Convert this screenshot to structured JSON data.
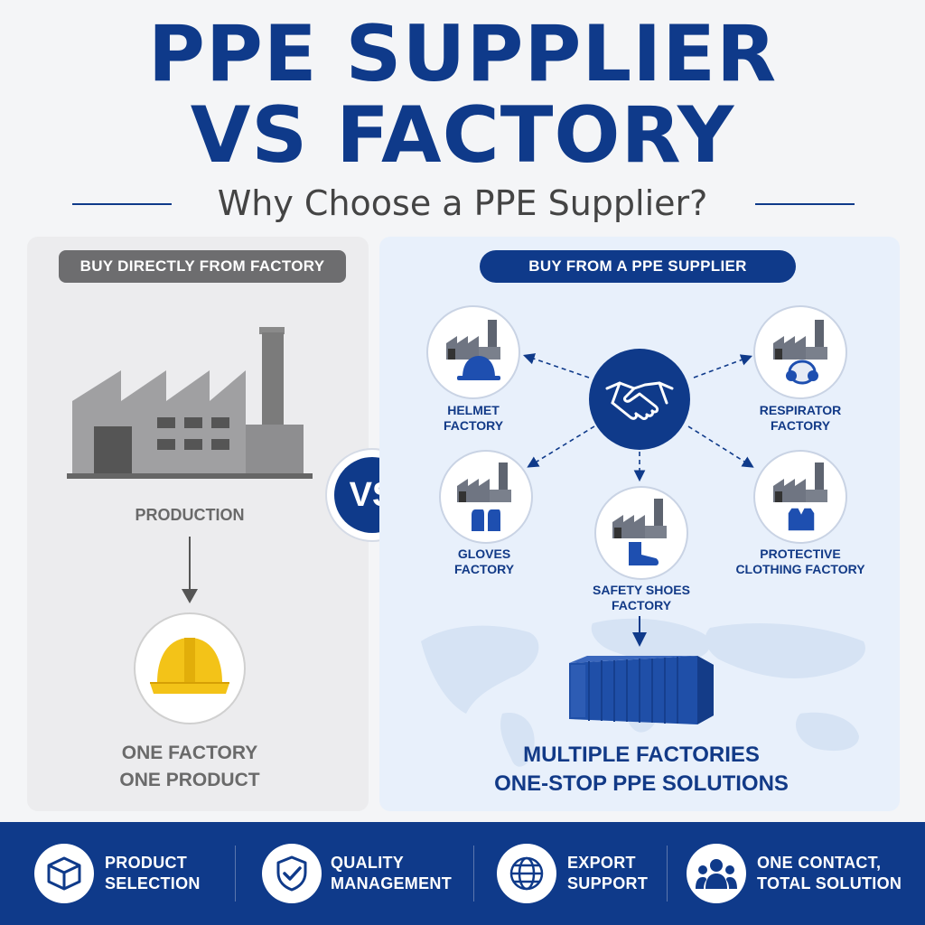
{
  "header": {
    "title_line1": "PPE SUPPLIER",
    "title_line2": "VS FACTORY",
    "subtitle": "Why Choose a PPE Supplier?"
  },
  "left_panel": {
    "heading": "BUY DIRECTLY FROM FACTORY",
    "step_label": "PRODUCTION",
    "result_line1": "ONE FACTORY",
    "result_line2": "ONE PRODUCT"
  },
  "vs_label": "VS",
  "right_panel": {
    "heading": "BUY FROM A PPE SUPPLIER",
    "factories": [
      {
        "line1": "HELMET",
        "line2": "FACTORY",
        "icon": "helmet-icon"
      },
      {
        "line1": "RESPIRATOR",
        "line2": "FACTORY",
        "icon": "respirator-icon"
      },
      {
        "line1": "GLOVES",
        "line2": "FACTORY",
        "icon": "gloves-icon"
      },
      {
        "line1": "SAFETY SHOES",
        "line2": "FACTORY",
        "icon": "boot-icon"
      },
      {
        "line1": "PROTECTIVE",
        "line2": "CLOTHING FACTORY",
        "icon": "vest-icon"
      }
    ],
    "result_line1": "MULTIPLE FACTORIES",
    "result_line2": "ONE-STOP PPE SOLUTIONS"
  },
  "footer": {
    "items": [
      {
        "line1": "PRODUCT",
        "line2": "SELECTION",
        "icon": "box-icon"
      },
      {
        "line1": "QUALITY",
        "line2": "MANAGEMENT",
        "icon": "shield-check-icon"
      },
      {
        "line1": "EXPORT",
        "line2": "SUPPORT",
        "icon": "globe-icon"
      },
      {
        "line1": "ONE CONTACT,",
        "line2": "TOTAL SOLUTION",
        "icon": "people-icon"
      }
    ]
  },
  "colors": {
    "brand_blue": "#0f3a8a",
    "grey_panel": "#ececee",
    "blue_panel": "#e8f0fb",
    "helmet_yellow": "#f3c318"
  }
}
